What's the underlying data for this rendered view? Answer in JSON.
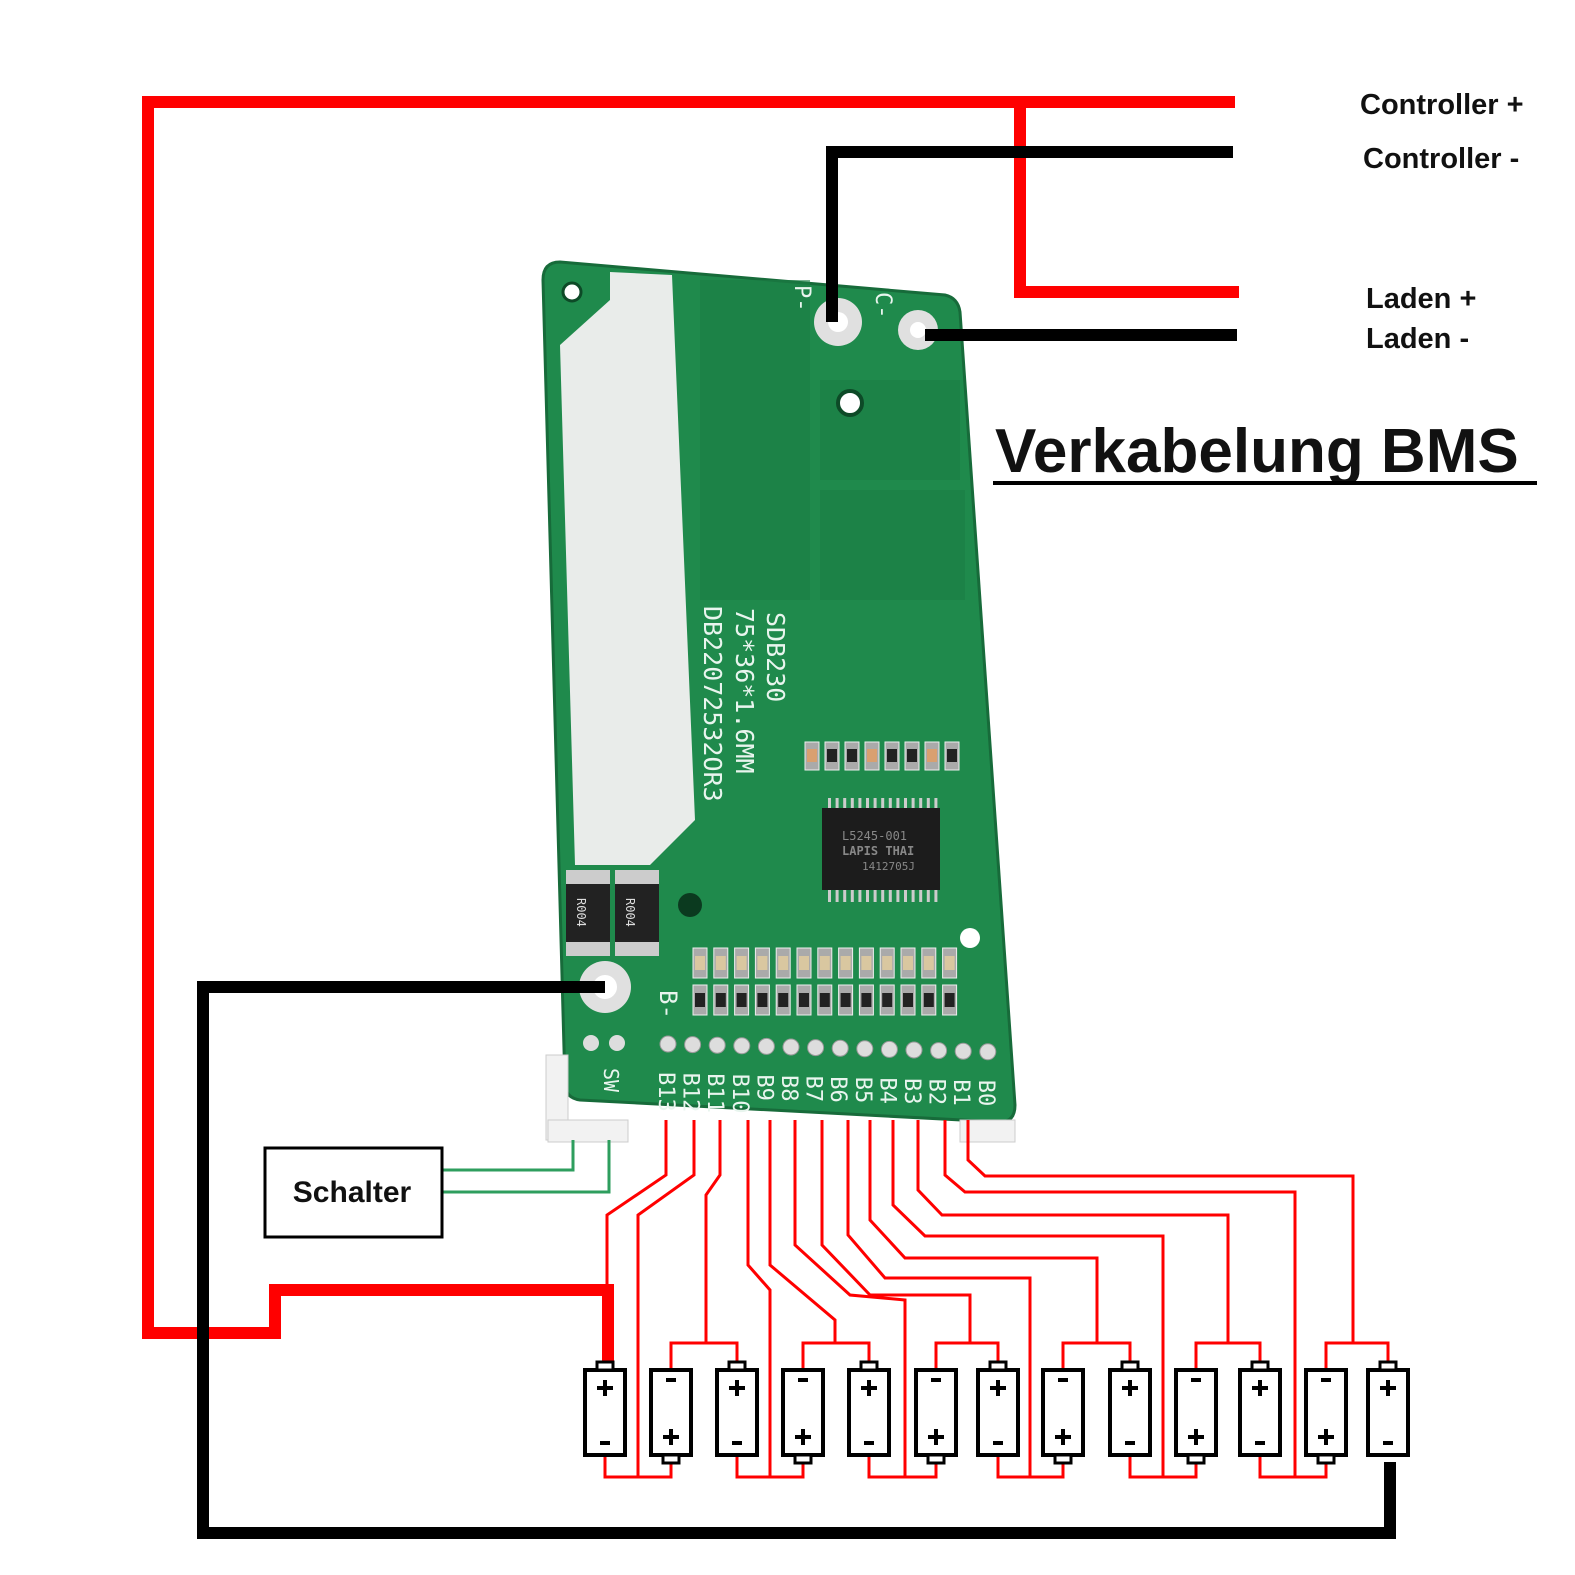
{
  "labels": {
    "controller_plus": "Controller +",
    "controller_minus": "Controller -",
    "laden_plus": "Laden +",
    "laden_minus": "Laden -",
    "title": "Verkabelung BMS",
    "switch": "Schalter"
  },
  "board": {
    "p_minus": "P-",
    "c_minus": "C-",
    "b_minus": "B-",
    "sw": "SW",
    "model": "SDB230",
    "size": "75*36*1.6MM",
    "code": "DB22072532OR3",
    "shunt1": "R004",
    "shunt2": "R004",
    "chip": [
      "L5245-001",
      "LAPIS THAI",
      "1412705J"
    ],
    "pins": [
      "B13",
      "B12",
      "B11",
      "B10",
      "B9",
      "B8",
      "B7",
      "B6",
      "B5",
      "B4",
      "B3",
      "B2",
      "B1",
      "B0"
    ]
  },
  "cells": {
    "top_polarity": [
      "+",
      "-",
      "+",
      "-",
      "+",
      "-",
      "+",
      "-",
      "+",
      "-",
      "+",
      "-",
      "+"
    ]
  },
  "colors": {
    "red": "#ff0000",
    "black": "#000000",
    "green": "#2e9e5e",
    "pcb": "#1f8a4c"
  }
}
